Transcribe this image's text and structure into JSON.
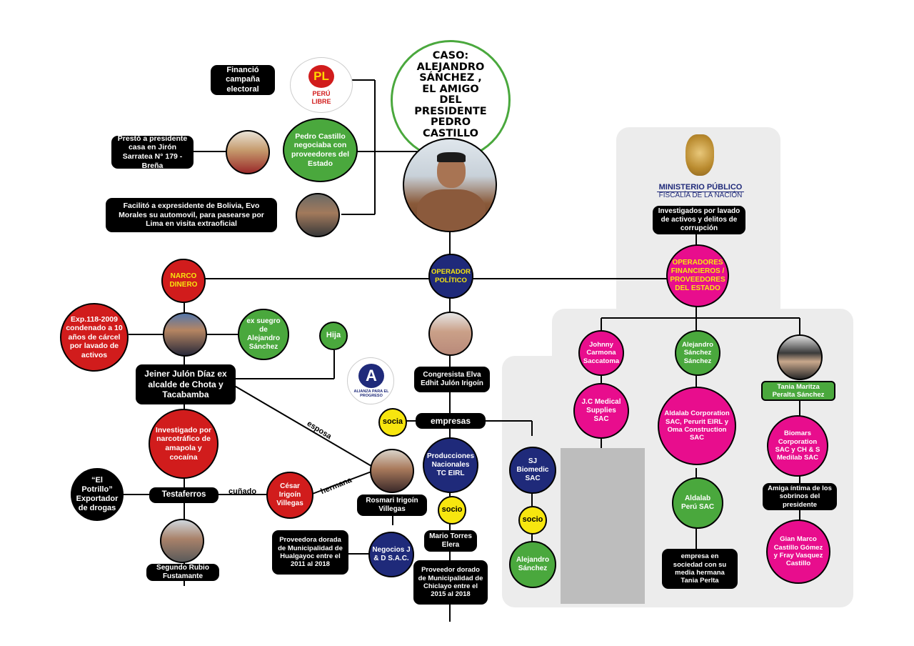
{
  "title": {
    "case_title": "CASO: ALEJANDRO SÁNCHEZ , EL AMIGO DEL PRESIDENTE PEDRO CASTILLO"
  },
  "party": {
    "logo_text": "PL",
    "name_line1": "PERÚ",
    "name_line2": "LIBRE"
  },
  "ministerio": {
    "line1": "MINISTERIO PÚBLICO",
    "line2": "FISCALÍA DE LA NACIÓN",
    "note": "Investigados por lavado de activos y delitos de corrupción",
    "operators": "OPERADORES FINANCIEROS / PROVEEDORES DEL ESTADO"
  },
  "top": {
    "financio": "Financió campaña electoral",
    "presto": "Prestó a presidente casa en Jirón Sarratea N° 179 - Breña",
    "facilito": "Facilitó a expresidente de Bolivia, Evo Morales su automovil, para pasearse por Lima en visita extraoficial",
    "castillo": "Pedro Castillo negociaba con proveedores del Estado"
  },
  "center": {
    "operador": "OPERADOR POLÍTICO",
    "narco": "NARCO DINERO",
    "hija": "Hija",
    "congresista": "Congresista Elva Edhit Julón Irigoín",
    "empresas": "empresas",
    "socia": "socia",
    "alianza_logo": "ALIANZA PARA EL PROGRESO"
  },
  "left": {
    "exp": "Exp.118-2009 condenado a 10 años de cárcel por lavado de activos",
    "ex_suegro": "ex suegro de Alejandro Sánchez",
    "jeiner": "Jeiner Julón Díaz ex alcalde de Chota y Tacabamba",
    "investigado": "Investigado por narcotráfico de amapola y cocaína",
    "potrillo": "“El Potrillo” Exportador de drogas",
    "testaferros": "Testaferros",
    "cunado": "cuñado",
    "cesar": "César Irigoín Villegas",
    "hermana": "hermana",
    "esposa": "esposa",
    "segundo": "Segundo Rubio Fustamante",
    "rosmari": "Rosmari Irigoín Villegas",
    "proveedora": "Proveedora dorada de Municipalidad de Hualgayoc entre el 2011 al 2018",
    "negocios": "Negocios J & D S.A.C."
  },
  "middle": {
    "producciones": "Producciones Nacionales TC EIRL",
    "socio1": "socio",
    "mario": "Mario Torres Elera",
    "proveedor": "Proveedor dorado de Municipalidad de Chiclayo entre el 2015 al 2018",
    "sj": "SJ Biomedic SAC",
    "socio2": "socio",
    "alejandro_small": "Alejandro Sánchez"
  },
  "right": {
    "johnny": "Johnny Carmona Saccatoma",
    "jc": "J.C Medical Supplies SAC",
    "alejandro": "Alejandro Sánchez Sánchez",
    "aldalab": "Aldalab Corporation SAC, Perurit EIRL y Oma Construction SAC",
    "aldalab_peru": "Aldalab Perú SAC",
    "empresa_soc": "empresa en sociedad con su media hermana Tania Perlta",
    "tania": "Tania Maritza Peralta Sánchez",
    "biomars": "Biomars Corporation SAC y CH & S Medilab SAC",
    "amiga": "Amiga íntima de los sobrinos del presidente",
    "gian": "Gian Marco Castillo Gómez y Fray Vasquez Castillo"
  },
  "colors": {
    "green": "#4aa83d",
    "red": "#d11c1c",
    "navy": "#1f2a7a",
    "pink": "#e80d8d",
    "yellow": "#f7e60f"
  }
}
